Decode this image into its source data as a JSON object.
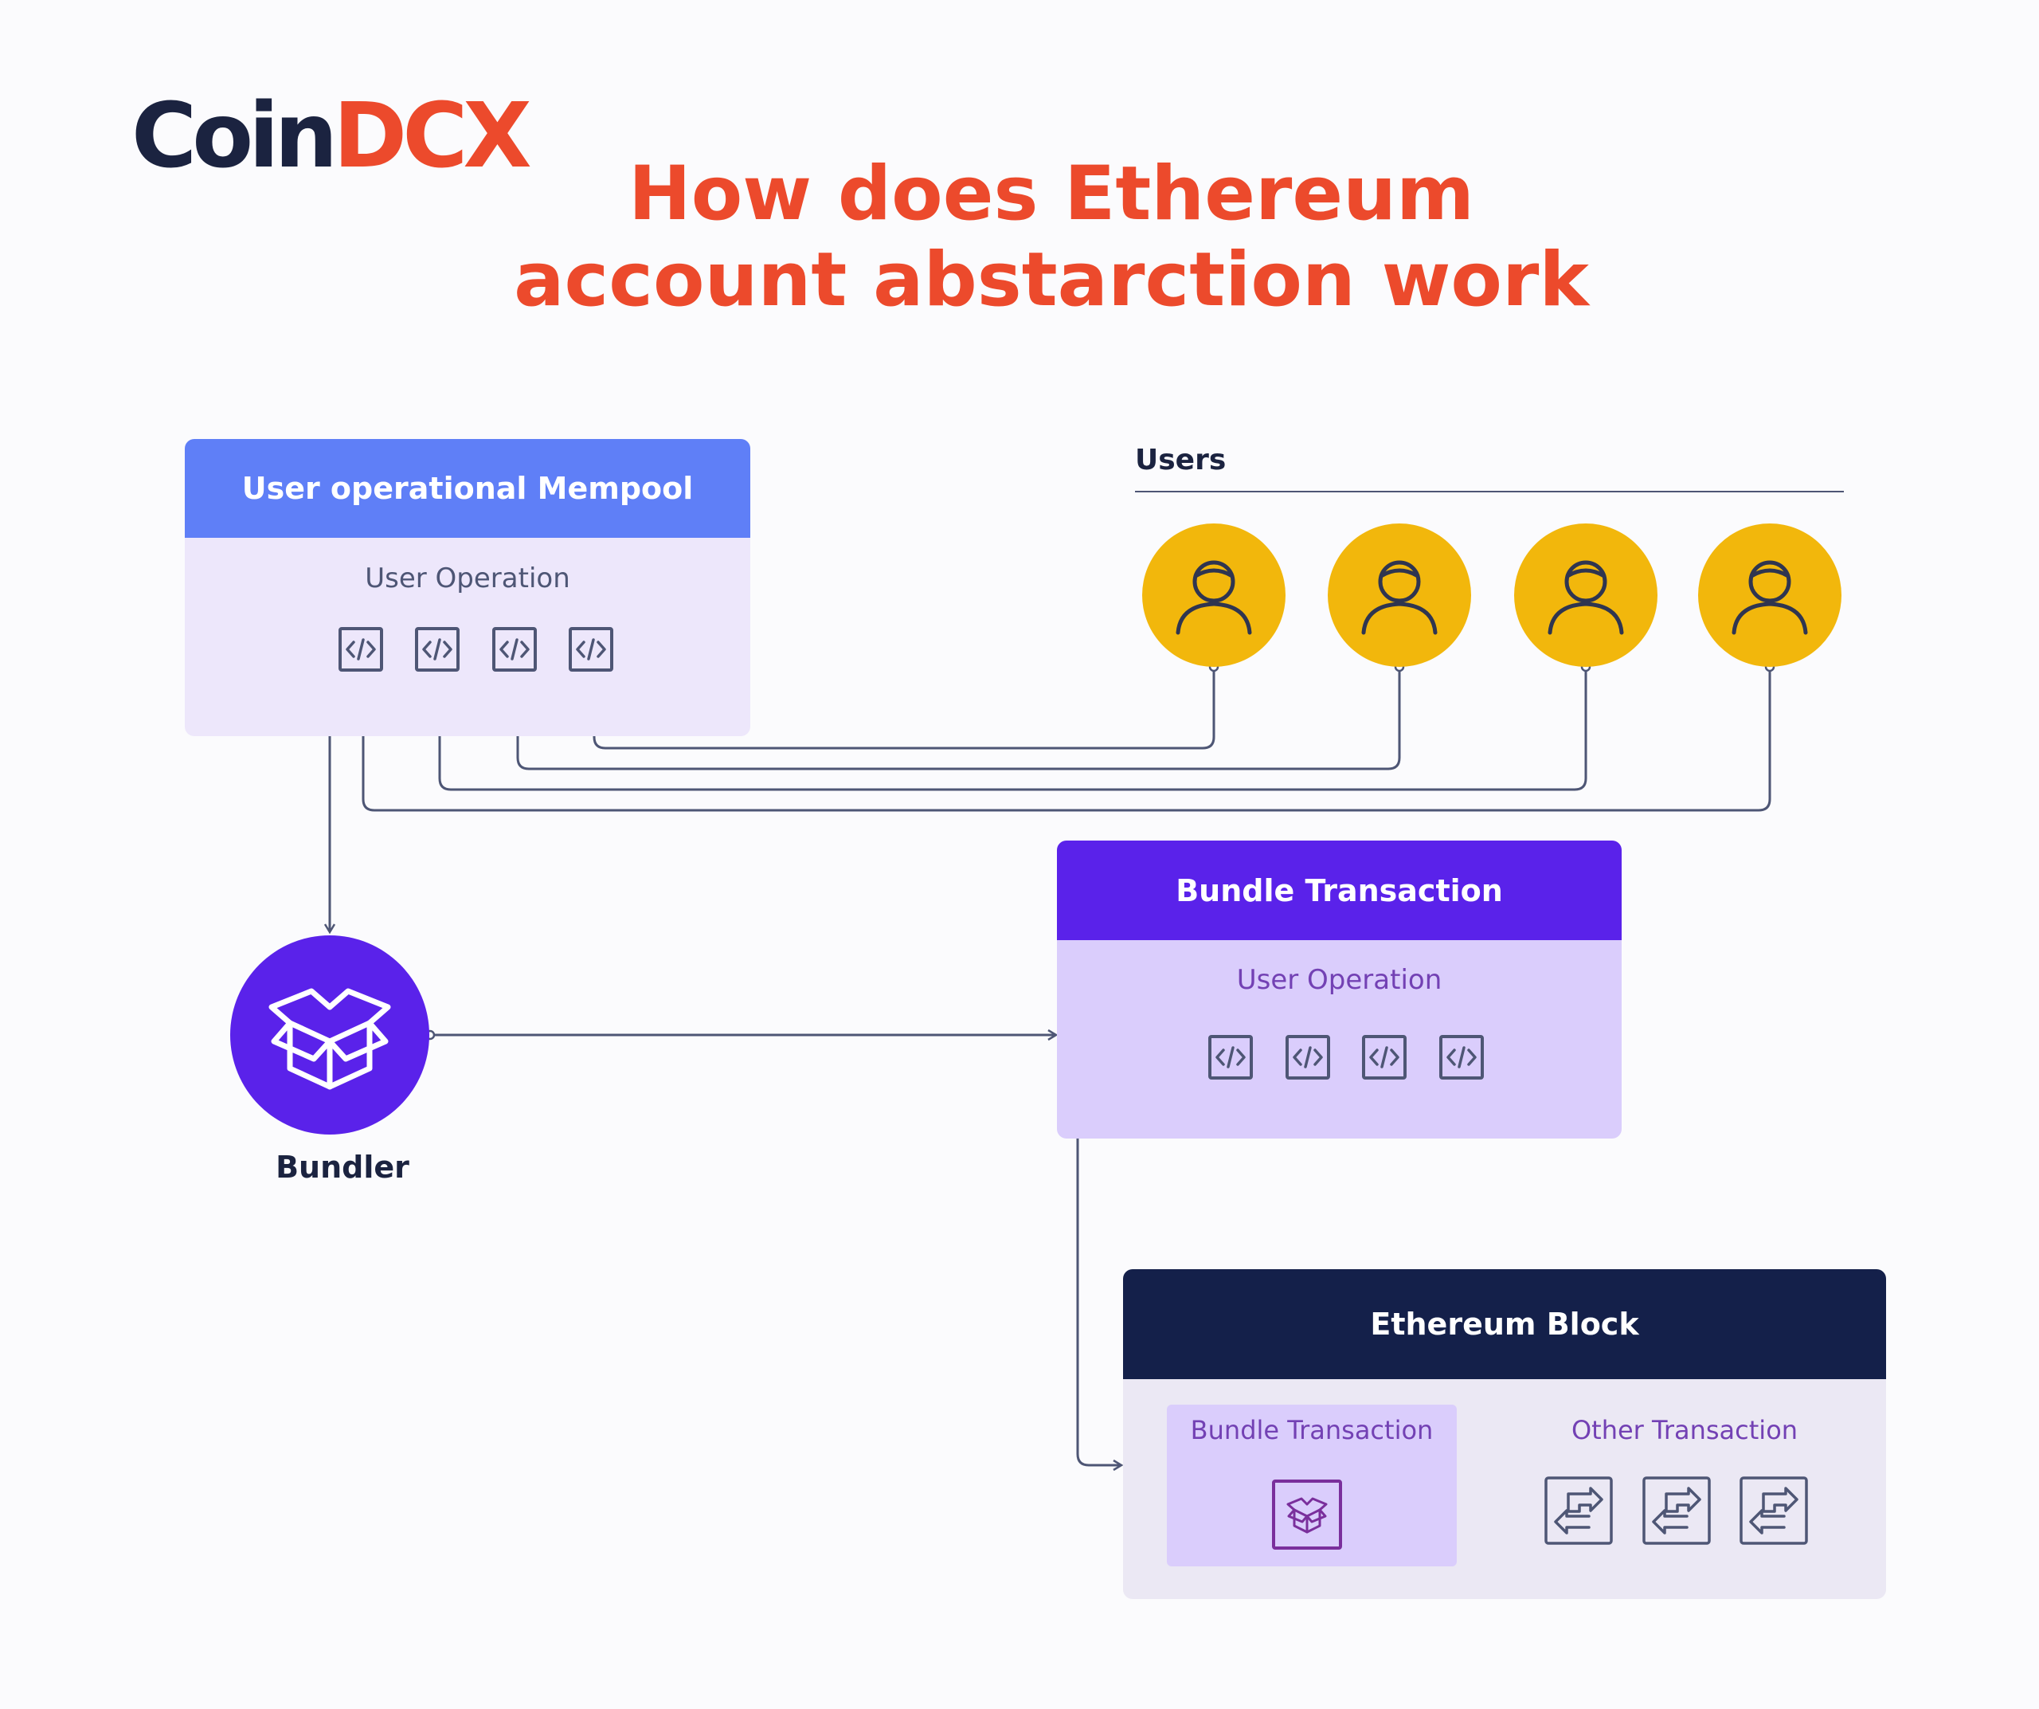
{
  "logo": {
    "part1": "Coin",
    "part2": "DCX"
  },
  "title": {
    "line1": "How does Ethereum",
    "line2": "account abstarction work"
  },
  "mempool": {
    "title": "User operational Mempool",
    "subtitle": "User Operation",
    "icons": [
      "code-icon",
      "code-icon",
      "code-icon",
      "code-icon"
    ]
  },
  "users": {
    "label": "Users",
    "count": 4,
    "icon": "user-icon"
  },
  "bundler": {
    "label": "Bundler",
    "icon": "box-icon"
  },
  "bundle_transaction": {
    "title": "Bundle Transaction",
    "subtitle": "User Operation",
    "icons": [
      "code-icon",
      "code-icon",
      "code-icon",
      "code-icon"
    ]
  },
  "ethereum_block": {
    "title": "Ethereum Block",
    "bundle_label": "Bundle Transaction",
    "other_label": "Other Transaction",
    "other_icons": [
      "transfer-icon",
      "transfer-icon",
      "transfer-icon"
    ]
  },
  "colors": {
    "accent": "#ec4a2c",
    "navy": "#14204a",
    "mempool_header": "#5f7ff7",
    "bundle_header": "#5a22ea",
    "user_yellow": "#f2b70c",
    "line": "#4e5675"
  }
}
